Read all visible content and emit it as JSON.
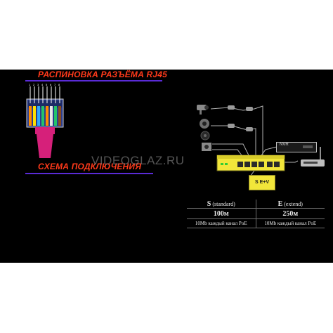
{
  "watermark": "VIDEOGLAZ.RU",
  "pinout": {
    "title": "РАСПИНОВКА РАЗЪЁМА RJ45"
  },
  "connection": {
    "title": "СХЕМА ПОДКЛЮЧЕНИЯ"
  },
  "devices": {
    "nvr": "NVR",
    "switch_label": "S  E+V"
  },
  "modes": [
    {
      "letter": "S",
      "name": "(standard)",
      "distance": "100м",
      "note": "10Mb каждый канал PoE"
    },
    {
      "letter": "E",
      "name": "(extend)",
      "distance": "250м",
      "note": "10Mb  каждый канал PoE"
    }
  ],
  "colors": {
    "background": "#000000",
    "title": "#ff3a1a",
    "rule": "#5a2bd6",
    "plug_body": "#d6207a",
    "switch": "#f2e63a",
    "cable": "#b0b0b0"
  },
  "icons": [
    "rj45-plug-icon",
    "dome-camera-icon",
    "bullet-camera-icon",
    "ip-camera-icon",
    "poe-switch-icon",
    "nvr-icon",
    "router-icon"
  ]
}
